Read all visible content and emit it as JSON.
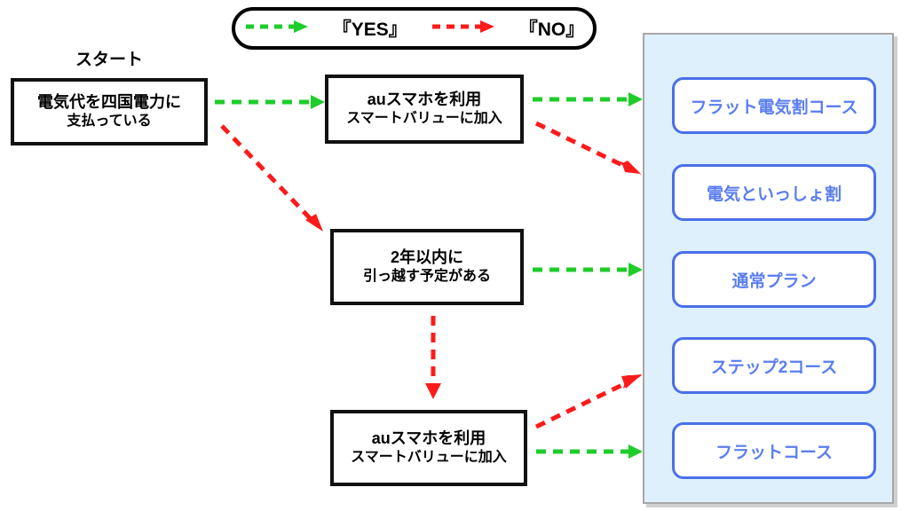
{
  "legend": {
    "yes": {
      "label": "『YES』",
      "arrow_icon": "green-dashed-arrow-icon",
      "color": "#1ecd2a"
    },
    "no": {
      "label": "『NO』",
      "arrow_icon": "red-dashed-arrow-icon",
      "color": "#fb1b1b"
    }
  },
  "start": {
    "caption": "スタート",
    "line1": "電気代を四国電力に",
    "line2": "支払っている"
  },
  "questions": [
    {
      "id": "q1",
      "line1": "auスマホを利用",
      "line2": "スマートバリューに加入"
    },
    {
      "id": "q2",
      "line1": "2年以内に",
      "line2": "引っ越す予定がある"
    },
    {
      "id": "q3",
      "line1": "auスマホを利用",
      "line2": "スマートバリューに加入"
    }
  ],
  "results": {
    "panel_color": "#ddf0fb",
    "accent_color": "#4a6fe8",
    "cards": [
      {
        "label": "フラット電気割コース"
      },
      {
        "label": "電気といっしょ割"
      },
      {
        "label": "通常プラン"
      },
      {
        "label": "ステップ2コース"
      },
      {
        "label": "フラットコース"
      }
    ]
  },
  "edges": [
    {
      "from": "start",
      "to": "q1",
      "answer": "YES",
      "color": "#1ecd2a"
    },
    {
      "from": "start",
      "to": "q2",
      "answer": "NO",
      "color": "#fb1b1b"
    },
    {
      "from": "q1",
      "to": "card-0",
      "answer": "YES",
      "color": "#1ecd2a"
    },
    {
      "from": "q1",
      "to": "card-1",
      "answer": "NO",
      "color": "#fb1b1b"
    },
    {
      "from": "q2",
      "to": "card-2",
      "answer": "YES",
      "color": "#1ecd2a"
    },
    {
      "from": "q2",
      "to": "q3",
      "answer": "NO",
      "color": "#fb1b1b"
    },
    {
      "from": "q3",
      "to": "card-4",
      "answer": "YES",
      "color": "#1ecd2a"
    },
    {
      "from": "q3",
      "to": "card-3",
      "answer": "NO",
      "color": "#fb1b1b"
    }
  ]
}
